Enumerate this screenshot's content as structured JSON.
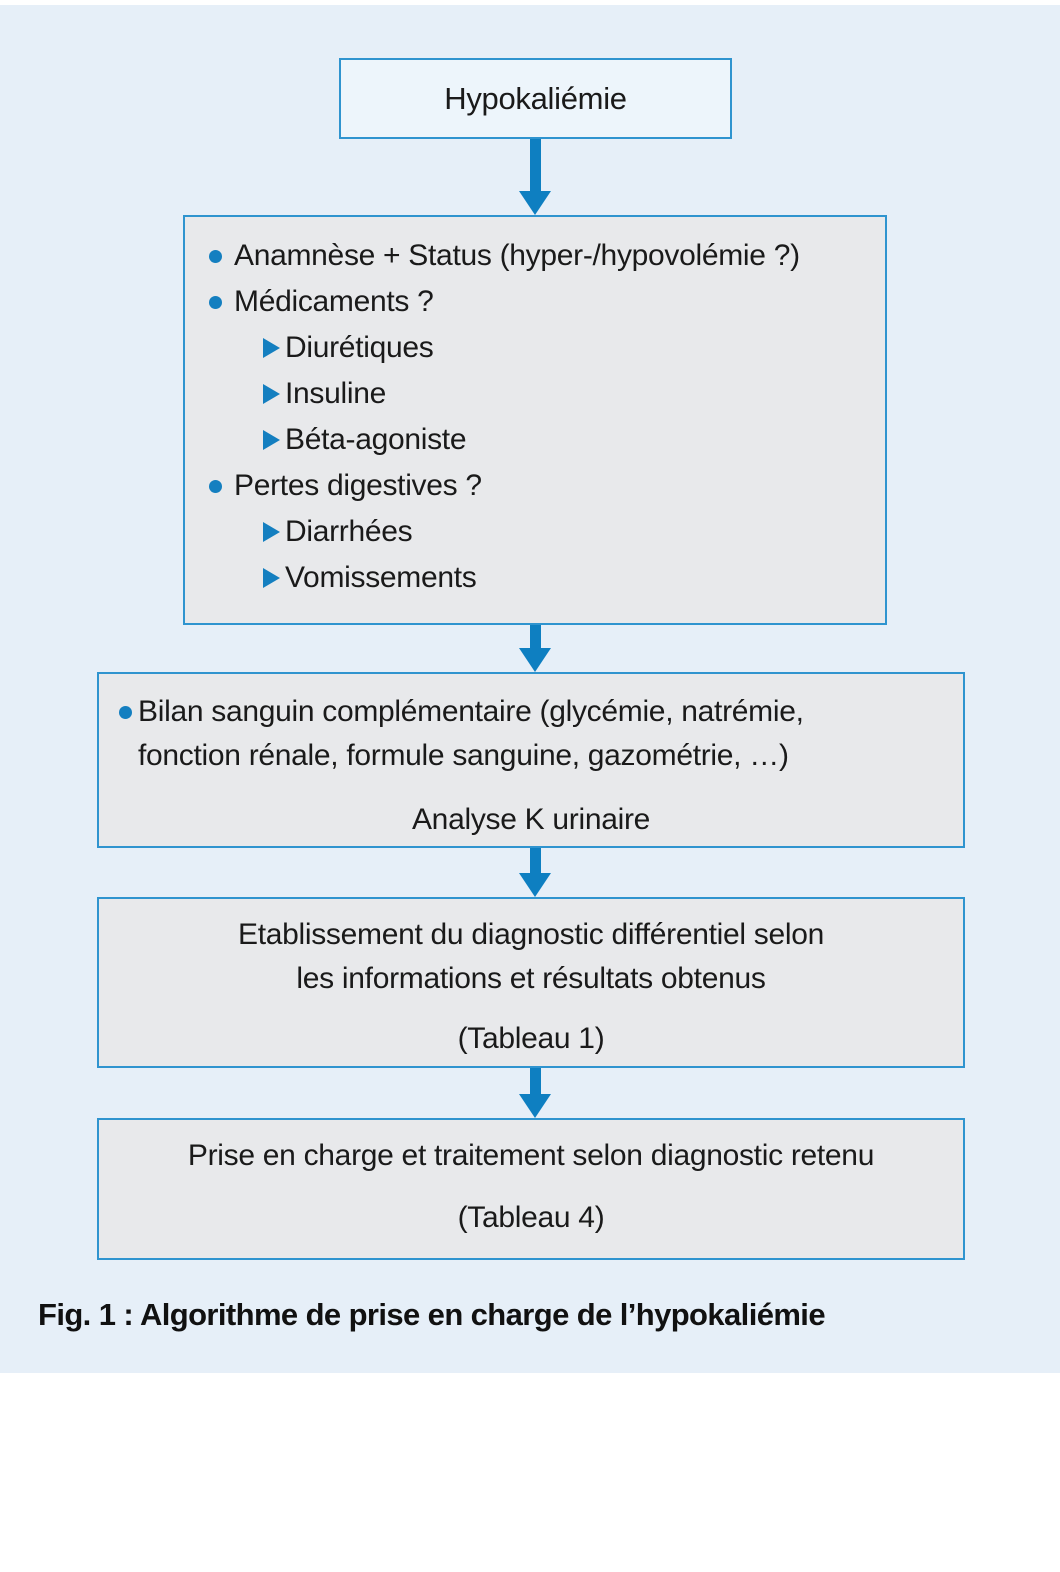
{
  "colors": {
    "panel_bg": "#e6eff8",
    "box_border": "#2f94cf",
    "start_box_bg": "#edf5fb",
    "gray_box_bg": "#e8e9eb",
    "arrow": "#0e7fc1",
    "bullet": "#147fc0",
    "text": "#1a1a1a"
  },
  "figure": {
    "caption": "Fig. 1 : Algorithme de prise en charge de l’hypokaliémie"
  },
  "flowchart": {
    "start": {
      "label": "Hypokaliémie"
    },
    "assessment": {
      "items": [
        {
          "level": 1,
          "text": "Anamnèse + Status (hyper-/hypovolémie ?)"
        },
        {
          "level": 1,
          "text": "Médicaments ?"
        },
        {
          "level": 2,
          "text": "Diurétiques"
        },
        {
          "level": 2,
          "text": "Insuline"
        },
        {
          "level": 2,
          "text": "Béta-agoniste"
        },
        {
          "level": 1,
          "text": "Pertes digestives ?"
        },
        {
          "level": 2,
          "text": "Diarrhées"
        },
        {
          "level": 2,
          "text": "Vomissements"
        }
      ]
    },
    "labs": {
      "bullet_line1": "Bilan sanguin complémentaire (glycémie, natrémie,",
      "bullet_line2": "fonction rénale, formule sanguine, gazométrie, …)",
      "footer": "Analyse K urinaire"
    },
    "diagnosis": {
      "line1": "Etablissement du diagnostic différentiel selon",
      "line2": "les informations et résultats obtenus",
      "reference": "(Tableau 1)"
    },
    "treatment": {
      "line1": "Prise en charge et traitement selon diagnostic retenu",
      "reference": "(Tableau 4)"
    }
  }
}
